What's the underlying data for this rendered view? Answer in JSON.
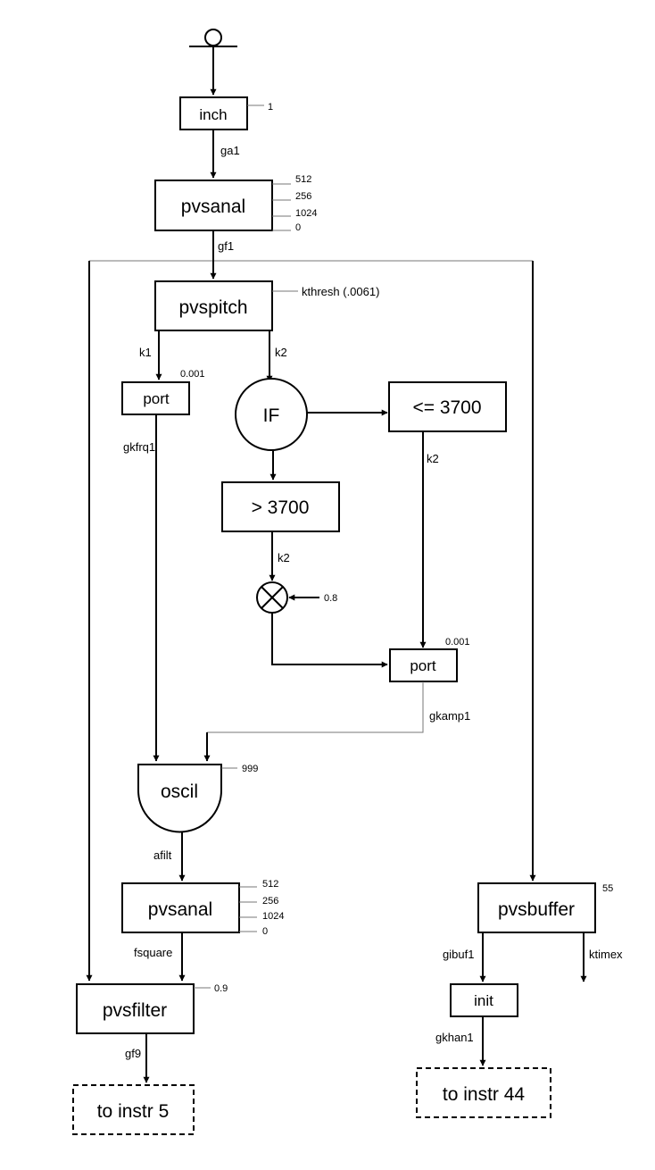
{
  "nodes": {
    "inch": "inch",
    "pvsanal_top": "pvsanal",
    "pvspitch": "pvspitch",
    "port_left": "port",
    "if_node": "IF",
    "le_3700": "<= 3700",
    "gt_3700": "> 3700",
    "port_right": "port",
    "oscil": "oscil",
    "pvsanal_bottom": "pvsanal",
    "pvsfilter": "pvsfilter",
    "pvsbuffer": "pvsbuffer",
    "init": "init",
    "to_instr_5": "to instr 5",
    "to_instr_44": "to instr 44"
  },
  "signals": {
    "ga1": "ga1",
    "gf1": "gf1",
    "k1": "k1",
    "k2_pitch": "k2",
    "k2_le": "k2",
    "k2_gt": "k2",
    "gkfrq1": "gkfrq1",
    "gkamp1": "gkamp1",
    "afilt": "afilt",
    "fsquare": "fsquare",
    "gf9": "gf9",
    "gibuf1": "gibuf1",
    "ktimex": "ktimex",
    "gkhan1": "gkhan1"
  },
  "params": {
    "inch": [
      "1"
    ],
    "pvsanal_top": [
      "512",
      "256",
      "1024",
      "0"
    ],
    "pvspitch": "kthresh (.0061)",
    "port_left": "0.001",
    "port_right": "0.001",
    "multiplier": "0.8",
    "oscil": "999",
    "pvsanal_bottom": [
      "512",
      "256",
      "1024",
      "0"
    ],
    "pvsfilter": "0.9",
    "pvsbuffer": "55"
  },
  "icons": {
    "input": "input-terminal-icon",
    "multiplier": "multiply-icon"
  }
}
